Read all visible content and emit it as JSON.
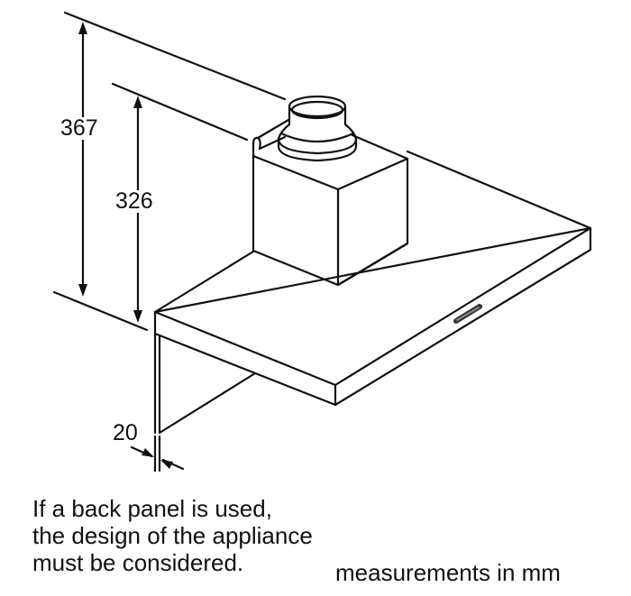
{
  "diagram": {
    "subject": "wall-mounted chimney cooker hood, isometric view",
    "stroke_color": "#111111",
    "background": "#ffffff",
    "dimensions": {
      "overall_height": "367",
      "body_height": "326",
      "back_panel_gap": "20"
    },
    "note": {
      "lines": [
        "If a back panel is used,",
        "the design of the appliance",
        "must be considered."
      ]
    },
    "units_label": "measurements in mm"
  }
}
